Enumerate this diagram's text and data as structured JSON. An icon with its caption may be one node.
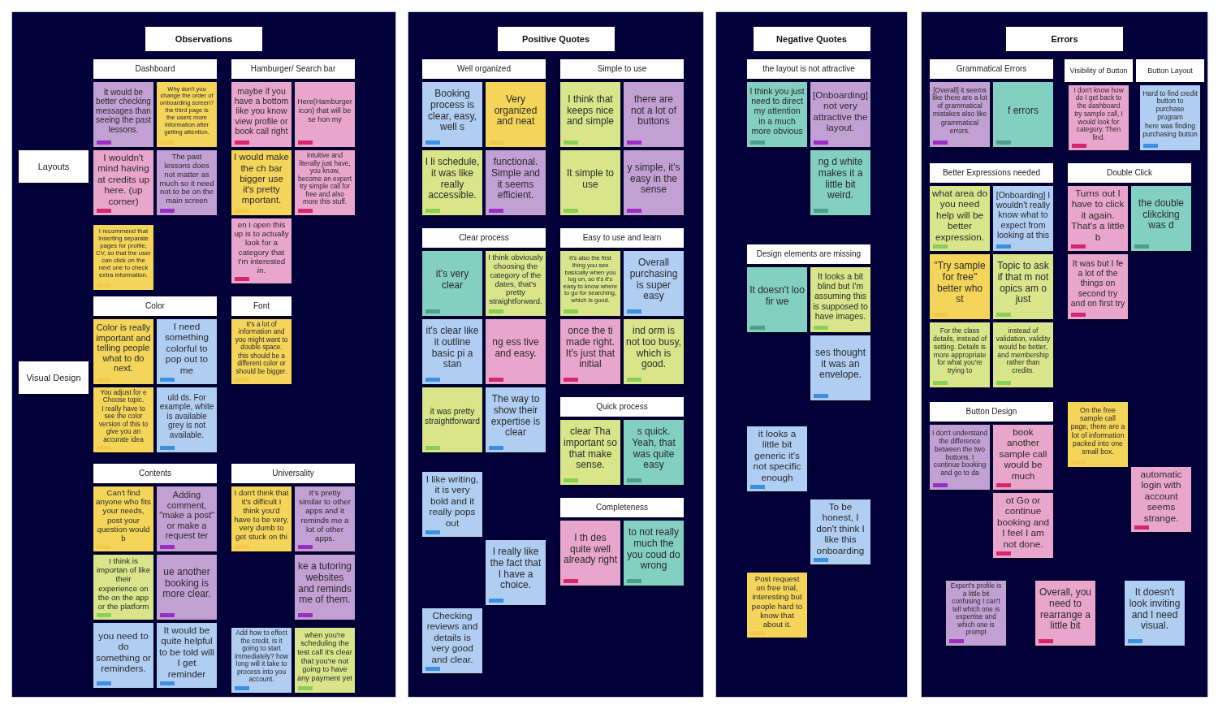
{
  "diagram": {
    "nodes": [
      {
        "text": [
          "Observations"
        ]
      },
      {
        "text": [
          "Layouts"
        ],
        "in": 0
      },
      {
        "text": [
          "Dashboard"
        ],
        "in": 0
      },
      {
        "text": [
          "It would be better checking messages than seeing the past lessons."
        ],
        "in": 0
      },
      {
        "text": [
          "Why don't you change the order of onboarding screen? the third page is",
          "the users more information after getting attention."
        ],
        "in": 0
      },
      {
        "text": [
          "I wouldn't mind having at credits up here. (up corner)"
        ],
        "in": 0
      },
      {
        "text": [
          "The past lessons does not matter as much so it need not to be on the main screen"
        ],
        "in": 0
      },
      {
        "text": [
          "I recommend that inserting separate pages for profile, CV, so that the user can click on the next one to check extra information."
        ],
        "in": 0
      },
      {
        "text": [
          "Hamburger/ Search bar"
        ],
        "in": 0
      },
      {
        "text": [
          "maybe if you have a bottom like you know view profile or book call right"
        ],
        "in": 0
      },
      {
        "text": [
          "Here(Hamburger icon) that will be",
          "se hon my"
        ],
        "in": 0
      },
      {
        "text": [
          "I would make the ch bar bigger use it's pretty mportant."
        ],
        "in": 0
      },
      {
        "text": [
          "intuitive and literally just have, you know, become an expert try simple call for free and also more this stuff."
        ],
        "in": 0
      },
      {
        "text": [
          "en I open this up is to actually look for a category that I'm interested in."
        ],
        "in": 0
      },
      {
        "text": [
          "Visual Design"
        ],
        "in": 0
      },
      {
        "text": [
          "Color"
        ],
        "in": 0
      },
      {
        "text": [
          "Color is really important and telling people what to do next."
        ],
        "in": 0
      },
      {
        "text": [
          "I need something colorful to pop out to me"
        ],
        "in": 0
      },
      {
        "text": [
          "You adjust for e Choose topic.",
          "I really have to see the color version of this to give you an accurate idea"
        ],
        "in": 0
      },
      {
        "text": [
          "uld ds. For example, white is available grey is not available."
        ],
        "in": 0
      },
      {
        "text": [
          "Font"
        ],
        "in": 0
      },
      {
        "text": [
          "It's a lot of information and you might want to double space.",
          "this should be a different color or should be bigger."
        ],
        "in": 0
      },
      {
        "text": [
          "Contents"
        ],
        "in": 0
      },
      {
        "text": [
          "Can't find anyone who fits your needs, post your question would b"
        ],
        "in": 0
      },
      {
        "text": [
          "Adding comment, \"make a post\" or make a request ter"
        ],
        "in": 0
      },
      {
        "text": [
          "I think is importan of like their experience on the on the app or the platform"
        ],
        "in": 0
      },
      {
        "text": [
          "ue another booking is more clear."
        ],
        "in": 0
      },
      {
        "text": [
          "you need to do something or reminders."
        ],
        "in": 0
      },
      {
        "text": [
          "It would be quite helpful to be told will I get reminder"
        ],
        "in": 0
      },
      {
        "text": [
          "Universality"
        ],
        "in": 0
      },
      {
        "text": [
          "I don't think that it's difficult I think you'd have to be very, very dumb to get stuck on thi"
        ],
        "in": 0
      },
      {
        "text": [
          "It's pretty similar to other apps and it reminds me a lot of other apps."
        ],
        "in": 0
      },
      {
        "text": [
          "ke a tutoring websites and reminds me of them."
        ],
        "in": 0
      },
      {
        "text": [
          "Add how to effect the credit. is it going to start immediately? how long will it take to process into you account."
        ],
        "in": 0
      },
      {
        "text": [
          "when you're scheduling the test call it's clear that you're not going to have any payment yet"
        ],
        "in": 0
      },
      {
        "text": [
          "Positive Quotes"
        ]
      },
      {
        "text": [
          "Well organized"
        ],
        "in": 35
      },
      {
        "text": [
          "Booking process is clear, easy, well s"
        ],
        "in": 35
      },
      {
        "text": [
          "Very organized and neat"
        ],
        "in": 35
      },
      {
        "text": [
          "I li schedule, it was like really accessible."
        ],
        "in": 35
      },
      {
        "text": [
          "functional. Simple and it seems efficient."
        ],
        "in": 35
      },
      {
        "text": [
          "Simple to use"
        ],
        "in": 35
      },
      {
        "text": [
          "I think that keeps nice and simple"
        ],
        "in": 35
      },
      {
        "text": [
          "there are not a lot of buttons"
        ],
        "in": 35
      },
      {
        "text": [
          "It simple to use"
        ],
        "in": 35
      },
      {
        "text": [
          "y simple, it's easy in the sense"
        ],
        "in": 35
      },
      {
        "text": [
          "Clear process"
        ],
        "in": 35
      },
      {
        "text": [
          "it's very clear"
        ],
        "in": 35
      },
      {
        "text": [
          "I think obviously choosing the category of the dates, that's pretty straightforward."
        ],
        "in": 35
      },
      {
        "text": [
          "it's clear like it outline basic pi a stan"
        ],
        "in": 35
      },
      {
        "text": [
          "ng ess tive and easy."
        ],
        "in": 35
      },
      {
        "text": [
          "it was pretty straightforward"
        ],
        "in": 35
      },
      {
        "text": [
          "The way to show their expertise is clear"
        ],
        "in": 35
      },
      {
        "text": [
          "Easy to use and learn"
        ],
        "in": 35
      },
      {
        "text": [
          "It's also the first thing you see basically when you log on, so it's it's easy to know where to go for searching, which is good."
        ],
        "in": 35
      },
      {
        "text": [
          "Overall purchasing is super easy"
        ],
        "in": 35
      },
      {
        "text": [
          "once the ti made right. It's just that initial"
        ],
        "in": 35
      },
      {
        "text": [
          "ind orm is not too busy, which is good."
        ],
        "in": 35
      },
      {
        "text": [
          "Quick process"
        ],
        "in": 35
      },
      {
        "text": [
          "clear Tha important so that make sense."
        ],
        "in": 35
      },
      {
        "text": [
          "s quick. Yeah, that was quite easy"
        ],
        "in": 35
      },
      {
        "text": [
          "Completeness"
        ],
        "in": 35
      },
      {
        "text": [
          "I th des quite well already right"
        ],
        "in": 35
      },
      {
        "text": [
          "to not really much the you coud do wrong"
        ],
        "in": 35
      },
      {
        "text": [
          "I like writing, it is very bold and it really pops out"
        ],
        "in": 35
      },
      {
        "text": [
          "I really like the fact that I have a choice."
        ],
        "in": 35
      },
      {
        "text": [
          "Checking reviews and details is very good and clear."
        ],
        "in": 35
      },
      {
        "text": [
          "Negative Quotes"
        ]
      },
      {
        "text": [
          "the layout is not attractive"
        ],
        "in": 67
      },
      {
        "text": [
          "I think you just need to direct my attention in a much more obvious"
        ],
        "in": 67
      },
      {
        "text": [
          "[Onboarding] not very attractive the layout."
        ],
        "in": 67
      },
      {
        "text": [
          "ng d white makes it a little bit weird."
        ],
        "in": 67
      },
      {
        "text": [
          "Design elements are missing"
        ],
        "in": 67
      },
      {
        "text": [
          "It looks a bit blind but I'm assuming this is supposed to have images."
        ],
        "in": 67
      },
      {
        "text": [
          "It doesn't loo fir we"
        ],
        "in": 67
      },
      {
        "text": [
          "ses thought it was an envelope."
        ],
        "in": 67
      },
      {
        "text": [
          "it looks a little bit generic it's not specific enough"
        ],
        "in": 67
      },
      {
        "text": [
          "To be honest, I don't think I like this onboarding"
        ],
        "in": 67
      },
      {
        "text": [
          "Post request on free trial, interesting but people hard to know that about it."
        ],
        "in": 67
      },
      {
        "text": [
          "Errors"
        ]
      },
      {
        "text": [
          "Grammatical Errors"
        ],
        "in": 79
      },
      {
        "text": [
          "[Overall] it seems like there are a lot of grammatical mistakes also like",
          "grammatical errors."
        ],
        "in": 79
      },
      {
        "text": [
          "f errors"
        ],
        "in": 79
      },
      {
        "text": [
          "Visibility of Button"
        ],
        "in": 79
      },
      {
        "text": [
          "I don't know how do I get back to the dashboard",
          "try sample call, I would look for category. Then find."
        ],
        "in": 79
      },
      {
        "text": [
          "Button Layout"
        ],
        "in": 79
      },
      {
        "text": [
          "Hard to find credit button to purchase program",
          "here was finding purchasing button"
        ],
        "in": 79
      },
      {
        "text": [
          "Better Expressions needed"
        ],
        "in": 79
      },
      {
        "text": [
          "what area do you need help will be better expression."
        ],
        "in": 79
      },
      {
        "text": [
          "[Onboarding] I wouldn't really know what to expect from looking at this"
        ],
        "in": 79
      },
      {
        "text": [
          "\"Try sample for free\" better who st"
        ],
        "in": 79
      },
      {
        "text": [
          "Topic to ask if that m not opics am o just"
        ],
        "in": 79
      },
      {
        "text": [
          "For the class details, instead of setting. Details is more appropriate for what you're trying to"
        ],
        "in": 79
      },
      {
        "text": [
          "instead of validation, validity would be better, and membership rather than credits."
        ],
        "in": 79
      },
      {
        "text": [
          "Double Click"
        ],
        "in": 79
      },
      {
        "text": [
          "Turns out I have to click it again. That's a little b"
        ],
        "in": 79
      },
      {
        "text": [
          "the double clikcking was d"
        ],
        "in": 79
      },
      {
        "text": [
          "It was but I fe a lot of the things on second try and on first try"
        ],
        "in": 79
      },
      {
        "text": [
          "Button Design"
        ],
        "in": 79
      },
      {
        "text": [
          "I don't understand the difference between the two buttons, I continue booking and go to da"
        ],
        "in": 79
      },
      {
        "text": [
          "book another sample call would be much"
        ],
        "in": 79
      },
      {
        "text": [
          "ot Go or continue booking and I feel I am not done."
        ],
        "in": 79
      },
      {
        "text": [
          "On the free sample call page, there are a lot of information packed into one small box."
        ],
        "in": 79
      },
      {
        "text": [
          "automatic login with account seems strange."
        ],
        "in": 79
      },
      {
        "text": [
          "Expert's profile is a little bit confusing I can't tell which one is expertise and which one is prompt"
        ],
        "in": 79
      },
      {
        "text": [
          "Overall, you need to rearrange a little bit"
        ],
        "in": 79
      },
      {
        "text": [
          "It doesn't look inviting and I need visual."
        ],
        "in": 79
      }
    ]
  }
}
